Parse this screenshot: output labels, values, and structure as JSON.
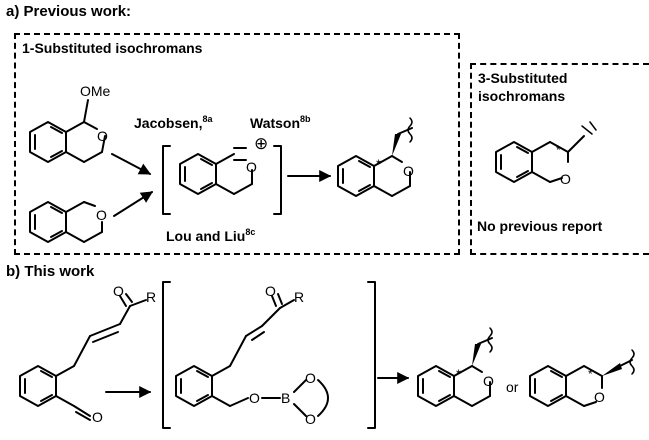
{
  "section_a": {
    "title": "a) Previous work:",
    "box1_title": "1-Substituted isochromans",
    "jacobsen": "Jacobsen,",
    "jacobsen_ref": "8a",
    "watson": "Watson",
    "watson_ref": "8b",
    "lou_liu": "Lou and Liu",
    "lou_liu_ref": "8c",
    "ome_label": "OMe",
    "box2_title_line1": "3-Substituted",
    "box2_title_line2": "isochromans",
    "no_report": "No previous report"
  },
  "section_b": {
    "title": "b) This work",
    "or_label": "or",
    "r_label": "R",
    "b_label": "B"
  },
  "atoms": {
    "oxygen": "O",
    "stereo_mark": "*",
    "cation": "⊕"
  }
}
